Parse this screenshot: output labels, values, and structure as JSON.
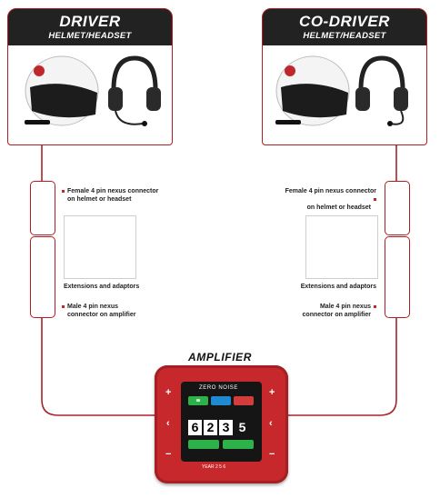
{
  "driver": {
    "title": "DRIVER",
    "subtitle": "HELMET/HEADSET"
  },
  "codriver": {
    "title": "CO-DRIVER",
    "subtitle": "HELMET/HEADSET"
  },
  "labels": {
    "female_left": [
      "Female 4 pin nexus connector",
      "on helmet or headset"
    ],
    "female_right": [
      "Female 4 pin nexus connector",
      "on helmet or headset"
    ],
    "extensions_left": "Extensions and adaptors",
    "extensions_right": "Extensions and adaptors",
    "male_left": [
      "Male 4 pin nexus",
      "connector on amplifier"
    ],
    "male_right": [
      "Male 4 pin nexus",
      "connector on amplifier"
    ]
  },
  "amplifier": {
    "title": "AMPLIFIER",
    "brand": "ZERO NOISE",
    "digits": [
      "6",
      "2",
      "3",
      "5"
    ],
    "footer": "YEAR 2 5 6",
    "plus": "+",
    "minus": "−"
  },
  "colors": {
    "accent": "#c0272d",
    "card_dark": "#222222",
    "amp_red": "#c7282c"
  }
}
